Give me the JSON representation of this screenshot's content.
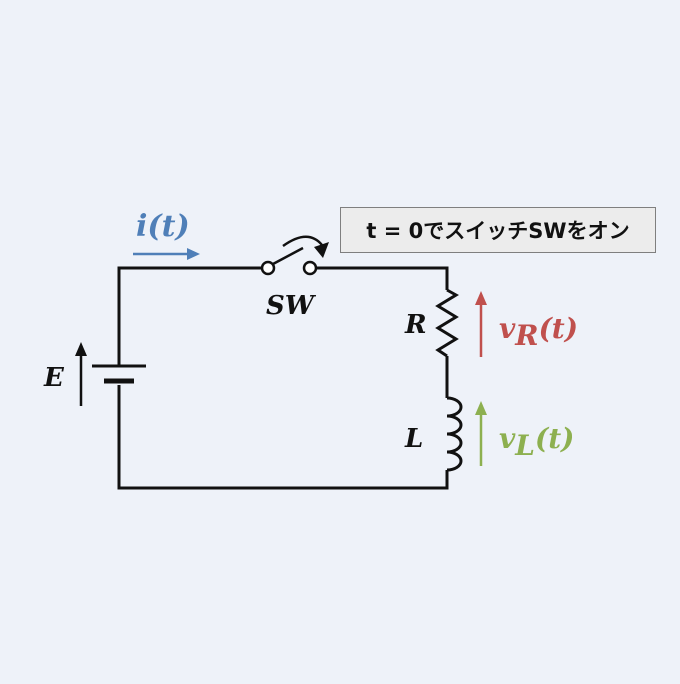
{
  "labels": {
    "current": "i(t)",
    "source": "E",
    "switch": "SW",
    "resistor": "R",
    "inductor": "L",
    "v_resistor_main": "v",
    "v_resistor_sub": "R",
    "v_resistor_arg": "(t)",
    "v_inductor_main": "v",
    "v_inductor_sub": "L",
    "v_inductor_arg": "(t)"
  },
  "note": "t = 0でスイッチSWをオン",
  "colors": {
    "background": "#eef2f9",
    "wire": "#111111",
    "current": "#4f7fb8",
    "v_resistor": "#c0504d",
    "v_inductor": "#8db050",
    "note_border": "#7f7f7f",
    "note_fill": "#ececec"
  }
}
